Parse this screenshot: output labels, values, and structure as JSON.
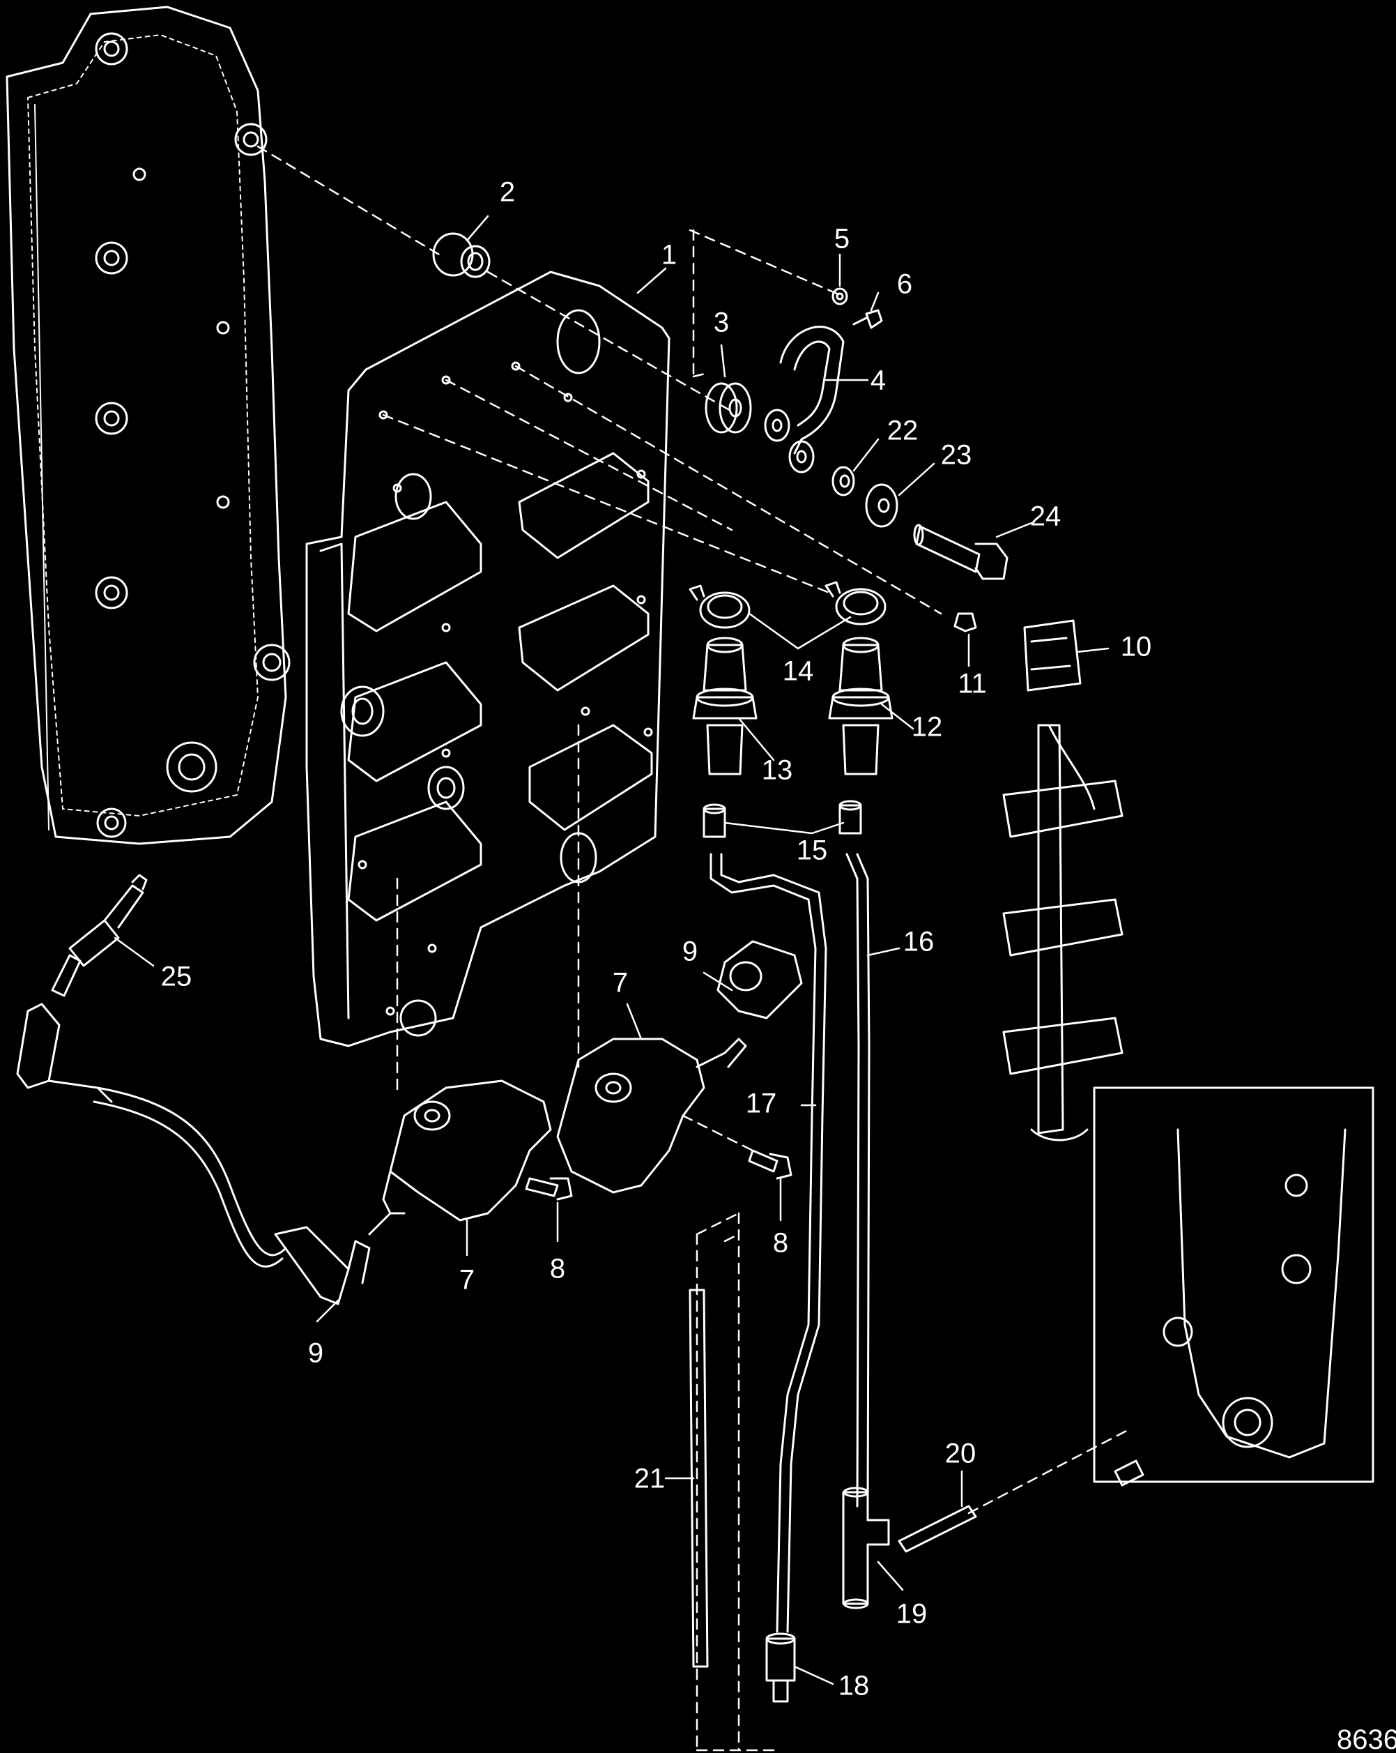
{
  "figure_id": "8636",
  "callouts": [
    {
      "id": "c2",
      "label": "2"
    },
    {
      "id": "c1",
      "label": "1"
    },
    {
      "id": "c5",
      "label": "5"
    },
    {
      "id": "c6",
      "label": "6"
    },
    {
      "id": "c3",
      "label": "3"
    },
    {
      "id": "c4",
      "label": "4"
    },
    {
      "id": "c22",
      "label": "22"
    },
    {
      "id": "c23",
      "label": "23"
    },
    {
      "id": "c24",
      "label": "24"
    },
    {
      "id": "c10",
      "label": "10"
    },
    {
      "id": "c14",
      "label": "14"
    },
    {
      "id": "c11",
      "label": "11"
    },
    {
      "id": "c12",
      "label": "12"
    },
    {
      "id": "c13",
      "label": "13"
    },
    {
      "id": "c15",
      "label": "15"
    },
    {
      "id": "c16",
      "label": "16"
    },
    {
      "id": "c25",
      "label": "25"
    },
    {
      "id": "c9a",
      "label": "9"
    },
    {
      "id": "c7a",
      "label": "7"
    },
    {
      "id": "c17",
      "label": "17"
    },
    {
      "id": "c8a",
      "label": "8"
    },
    {
      "id": "c7b",
      "label": "7"
    },
    {
      "id": "c8b",
      "label": "8"
    },
    {
      "id": "c9b",
      "label": "9"
    },
    {
      "id": "c20",
      "label": "20"
    },
    {
      "id": "c21",
      "label": "21"
    },
    {
      "id": "c19",
      "label": "19"
    },
    {
      "id": "c18",
      "label": "18"
    }
  ]
}
